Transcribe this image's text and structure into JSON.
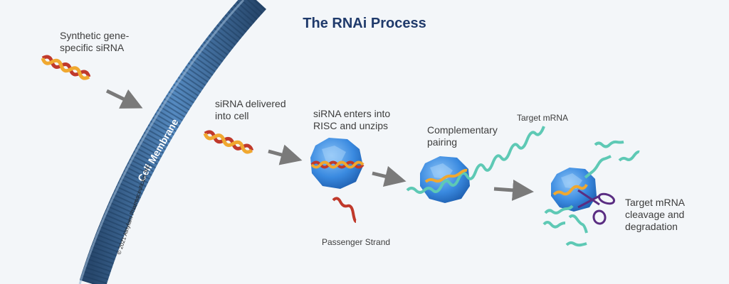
{
  "title": "The RNAi Process",
  "membrane_label": "Cell Membrane",
  "copyright": "© 2021 Alnylam Pharmaceuticals, Inc.",
  "steps": {
    "synthetic": "Synthetic gene-\nspecific siRNA",
    "delivered": "siRNA delivered\ninto cell",
    "risc": "siRNA enters into\nRISC and unzips",
    "pairing": "Complementary\npairing",
    "target_mrna": "Target mRNA",
    "cleavage": "Target mRNA\ncleavage and\ndegradation",
    "passenger": "Passenger Strand"
  },
  "colors": {
    "membrane": "#2d5f93",
    "membrane_light": "#5c8fc2",
    "risc": "#3e8fe0",
    "sirna_red": "#c0392b",
    "sirna_orange": "#f0a830",
    "mrna": "#5ec9b5",
    "arrow": "#7a7a7a",
    "scissors": "#5a2d82"
  }
}
